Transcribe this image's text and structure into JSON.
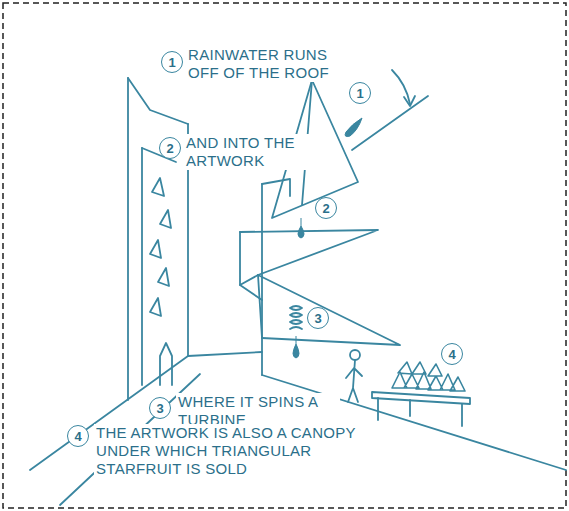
{
  "diagram": {
    "nodes": [
      {
        "text": [
          "1"
        ]
      },
      {
        "text": [
          "1"
        ]
      },
      {
        "text": [
          "2"
        ]
      },
      {
        "text": [
          "2"
        ]
      },
      {
        "text": [
          "3"
        ]
      },
      {
        "text": [
          "4"
        ]
      },
      {
        "text": [
          "3"
        ]
      },
      {
        "text": [
          "4"
        ]
      }
    ],
    "labels": [
      "RAINWATER RUNS OFF OF THE ROOF",
      "AND INTO THE ARTWORK",
      "WHERE IT SPINS A TURBINE",
      "THE ARTWORK IS ALSO A CANOPY UNDER WHICH TRIANGULAR STARFRUIT IS SOLD"
    ]
  }
}
